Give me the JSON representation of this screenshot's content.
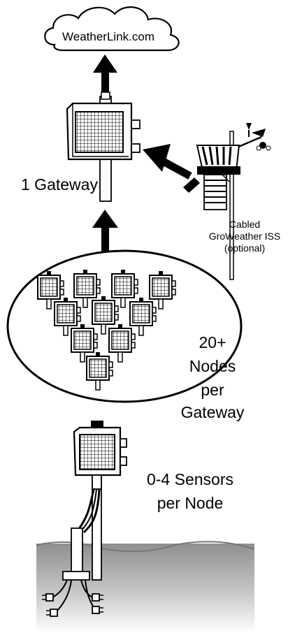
{
  "cloud": {
    "label": "WeatherLink.com"
  },
  "gateway": {
    "label": "1 Gateway"
  },
  "iss": {
    "line1": "Cabled",
    "line2": "GroWeather ISS",
    "line3": "(optional)"
  },
  "nodes": {
    "line1": "20+",
    "line2": "Nodes",
    "line3": "per",
    "line4": "Gateway"
  },
  "sensors": {
    "line1": "0-4 Sensors",
    "line2": "per Node"
  },
  "colors": {
    "ink": "#000000",
    "panel": "#ffffff",
    "ground_top": "#8f8f8f",
    "ground_bottom": "#ffffff"
  }
}
